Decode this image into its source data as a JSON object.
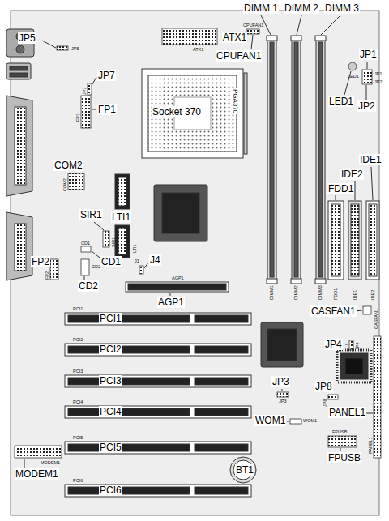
{
  "diagram": {
    "nodes": [
      {
        "text": [
          "Socket 370",
          "PGA370"
        ]
      }
    ],
    "labels": [
      "JP5",
      "JP5",
      "ATX1",
      "ATX1",
      "CPUFAN1",
      "CPUFAN1",
      "DIMM 1",
      "DIMM 2",
      "DIMM 3",
      "LED1",
      "LED1",
      "JP1",
      "JP1",
      "JP2",
      "JP2",
      "JP7",
      "JP7",
      "FP1",
      "FP1",
      "COM2",
      "COM2",
      "LTI1",
      "LTI1",
      "SIR1",
      "SIR1",
      "CD1",
      "CD1",
      "CD2",
      "CD2",
      "FP2",
      "FP2",
      "J1",
      "J4",
      "AGP1",
      "AGP1",
      "DIMM1",
      "DIMM2",
      "DIMM3",
      "FDD1",
      "IDE2",
      "IDE1",
      "FDD1",
      "IDE1",
      "IDE2",
      "CASFAN1",
      "CASFAN1",
      "PCI1",
      "PCI2",
      "PCI3",
      "PCI4",
      "PCI5",
      "PCI6",
      "PCI1",
      "PCI2",
      "PCI3",
      "PCI4",
      "PCI5",
      "PCI6",
      "JP4",
      "JP4",
      "JP8",
      "JP8",
      "PANEL1",
      "PANEL1",
      "JP3",
      "JP3",
      "WOM1",
      "WOM1",
      "FPUSB",
      "FPUSB",
      "MODEM1",
      "MODEM1",
      "BT1"
    ]
  }
}
